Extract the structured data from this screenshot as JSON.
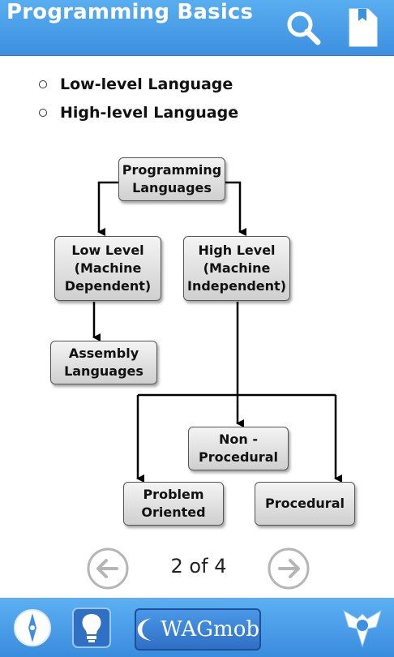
{
  "header": {
    "title": "Programming Basics",
    "search_icon": "search-icon",
    "bookmark_icon": "bookmark-icon"
  },
  "bullets": [
    {
      "text": "Low-level Language"
    },
    {
      "text": "High-level Language"
    }
  ],
  "diagram": {
    "nodes": {
      "root": "Programming\nLanguages",
      "low": "Low Level\n(Machine\nDependent)",
      "high": "High Level\n(Machine\nIndependent)",
      "assembly": "Assembly\nLanguages",
      "nonproc": "Non -\nProcedural",
      "problem": "Problem\nOriented",
      "procedural": "Procedural"
    }
  },
  "pager": {
    "text": "2 of 4",
    "prev_icon": "arrow-left-icon",
    "next_icon": "arrow-right-icon"
  },
  "footer": {
    "compass_icon": "compass-icon",
    "bulb_icon": "lightbulb-icon",
    "brand_label": "WAGmob",
    "share_icon": "share-icon"
  },
  "colors": {
    "header_bg": "#4a9fea",
    "footer_bg": "#4a9fea",
    "node_fill": "#dedede"
  }
}
